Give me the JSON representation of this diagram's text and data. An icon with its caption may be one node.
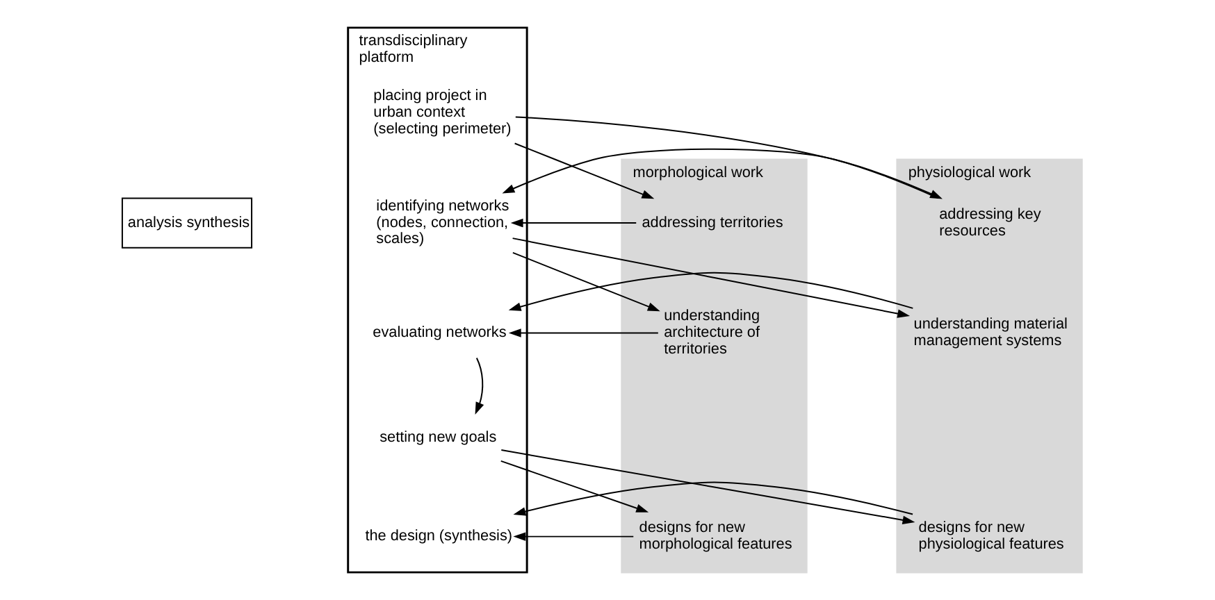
{
  "diagram": {
    "nodes": [
      {
        "text": [
          "analysis synthesis"
        ]
      },
      {
        "text": [
          "morphological work"
        ]
      },
      {
        "text": [
          "addressing territories"
        ],
        "in": 1
      },
      {
        "text": [
          "understanding architecture of territories"
        ],
        "in": 1
      },
      {
        "text": [
          "designs for new morphological features"
        ],
        "in": 1
      },
      {
        "text": [
          "transdisciplinary platform"
        ]
      },
      {
        "text": [
          "placing project in urban context (selecting perimeter)"
        ],
        "in": 5
      },
      {
        "text": [
          "identifying networks (nodes, connection, scales)"
        ],
        "in": 5
      },
      {
        "text": [
          "evaluating networks"
        ],
        "in": 5
      },
      {
        "text": [
          "setting new goals"
        ],
        "in": 5
      },
      {
        "text": [
          "the design (synthesis)"
        ],
        "in": 5
      },
      {
        "text": [
          "physiological work"
        ]
      },
      {
        "text": [
          "addressing key resources"
        ],
        "in": 11
      },
      {
        "text": [
          "understanding material management systems"
        ],
        "in": 11
      },
      {
        "text": [
          "designs for new physiological features"
        ],
        "in": 11
      }
    ],
    "edges": [
      {
        "from": 6,
        "to": 2,
        "arrow": "to"
      },
      {
        "from": 6,
        "to": 12,
        "arrow": "to"
      },
      {
        "from": 2,
        "to": 7,
        "arrow": "to"
      },
      {
        "from": 12,
        "to": 7,
        "arrow": "to"
      },
      {
        "from": 7,
        "to": 3,
        "arrow": "to"
      },
      {
        "from": 7,
        "to": 13,
        "arrow": "to"
      },
      {
        "from": 3,
        "to": 8,
        "arrow": "to"
      },
      {
        "from": 13,
        "to": 8,
        "arrow": "to"
      },
      {
        "from": 8,
        "to": 9,
        "arrow": "to"
      },
      {
        "from": 9,
        "to": 4,
        "arrow": "to"
      },
      {
        "from": 9,
        "to": 14,
        "arrow": "to"
      },
      {
        "from": 4,
        "to": 10,
        "arrow": "to"
      },
      {
        "from": 14,
        "to": 10,
        "arrow": "to"
      }
    ]
  }
}
